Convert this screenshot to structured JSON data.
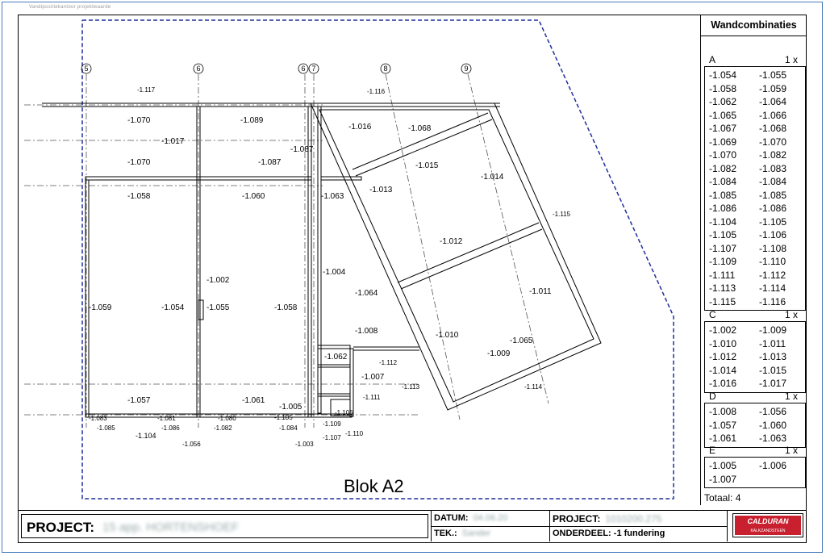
{
  "header_small_text": "Vandipositiekantoor projektwaarde",
  "drawing": {
    "block_label": "Blok A2",
    "grid_labels": [
      "5",
      "6",
      "6",
      "7",
      "8",
      "9"
    ],
    "dimensions": [
      "-1.117",
      "-1.070",
      "-1.089",
      "-1.116",
      "-1.016",
      "-1.068",
      "-1.017",
      "-1.087",
      "-1.070",
      "-1.087",
      "-1.015",
      "-1.014",
      "-1.058",
      "-1.060",
      "-1.063",
      "-1.013",
      "-1.115",
      "-1.012",
      "-1.002",
      "-1.004",
      "-1.059",
      "-1.054",
      "-1.055",
      "-1.058",
      "-1.064",
      "-1.011",
      "-1.008",
      "-1.010",
      "-1.065",
      "-1.062",
      "-1.009",
      "-1.112",
      "-1.007",
      "-1.113",
      "-1.114",
      "-1.057",
      "-1.061",
      "-1.005",
      "-1.111",
      "-1.106",
      "-1.109",
      "-1.110",
      "-1.107",
      "-1.105",
      "-1.104",
      "-1.086",
      "-1.085",
      "-1.084",
      "-1.083",
      "-1.082",
      "-1.081",
      "-1.080",
      "-1.056",
      "-1.003"
    ]
  },
  "panel": {
    "title": "Wandcombinaties",
    "groups": [
      {
        "label": "A",
        "count": "1 x",
        "rows": [
          [
            "-1.054",
            "-1.055"
          ],
          [
            "-1.058",
            "-1.059"
          ],
          [
            "-1.062",
            "-1.064"
          ],
          [
            "-1.065",
            "-1.066"
          ],
          [
            "-1.067",
            "-1.068"
          ],
          [
            "-1.069",
            "-1.070"
          ],
          [
            "-1.070",
            "-1.082"
          ],
          [
            "-1.082",
            "-1.083"
          ],
          [
            "-1.084",
            "-1.084"
          ],
          [
            "-1.085",
            "-1.085"
          ],
          [
            "-1.086",
            "-1.086"
          ],
          [
            "-1.104",
            "-1.105"
          ],
          [
            "-1.105",
            "-1.106"
          ],
          [
            "-1.107",
            "-1.108"
          ],
          [
            "-1.109",
            "-1.110"
          ],
          [
            "-1.111",
            "-1.112"
          ],
          [
            "-1.113",
            "-1.114"
          ],
          [
            "-1.115",
            "-1.116"
          ]
        ]
      },
      {
        "label": "C",
        "count": "1 x",
        "rows": [
          [
            "-1.002",
            "-1.009"
          ],
          [
            "-1.010",
            "-1.011"
          ],
          [
            "-1.012",
            "-1.013"
          ],
          [
            "-1.014",
            "-1.015"
          ],
          [
            "-1.016",
            "-1.017"
          ]
        ]
      },
      {
        "label": "D",
        "count": "1 x",
        "rows": [
          [
            "-1.008",
            "-1.056"
          ],
          [
            "-1.057",
            "-1.060"
          ],
          [
            "-1.061",
            "-1.063"
          ]
        ]
      },
      {
        "label": "E",
        "count": "1 x",
        "rows": [
          [
            "-1.005",
            "-1.006"
          ],
          [
            "-1.007",
            ""
          ]
        ]
      }
    ],
    "total": "Totaal: 4"
  },
  "titleblock": {
    "project_label": "PROJECT:",
    "project_value": "15 app. HORTENSHOEF",
    "datum_label": "DATUM:",
    "datum_value": "04.06.20",
    "tek_label": "TEK.:",
    "tek_value": "Sander",
    "project2_label": "PROJECT:",
    "project2_value": "1010200.275",
    "onderdeel_label": "ONDERDEEL: -1 fundering",
    "logo_name": "CALDURAN",
    "logo_sub": "KALKZANDSTEEN"
  },
  "colors": {
    "frame": "#4a7bbf",
    "boundary": "#1f2f9a",
    "logo": "#c8202f"
  }
}
